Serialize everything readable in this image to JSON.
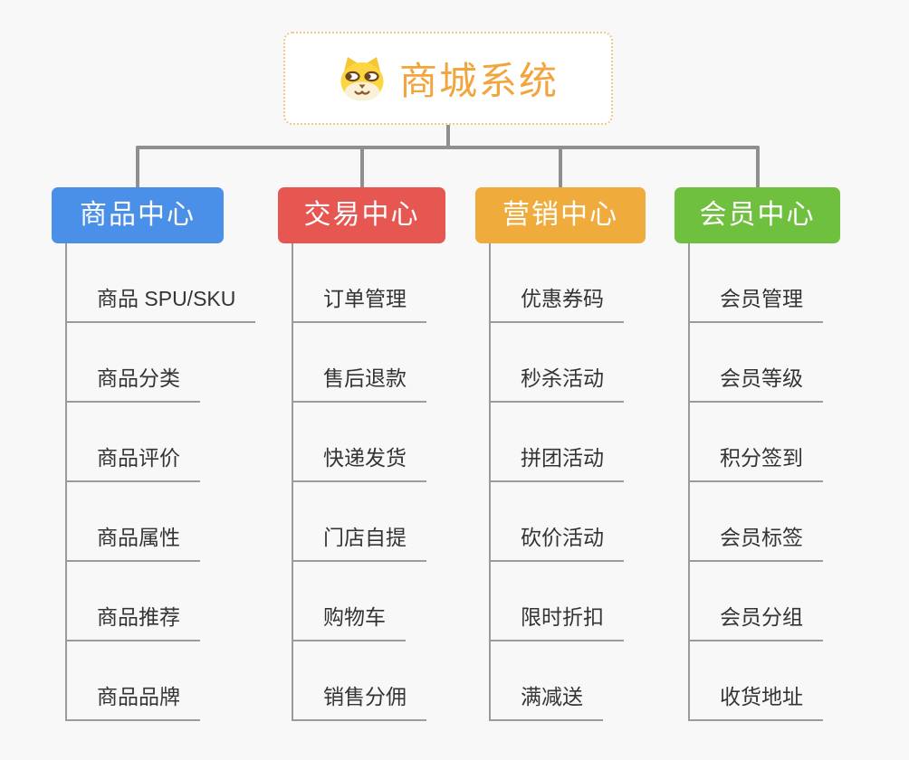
{
  "root": {
    "title": "商城系统",
    "icon": "dog-face-icon"
  },
  "branches": [
    {
      "id": "product-center",
      "label": "商品中心",
      "color": "#4A90E8",
      "children": [
        "商品 SPU/SKU",
        "商品分类",
        "商品评价",
        "商品属性",
        "商品推荐",
        "商品品牌"
      ]
    },
    {
      "id": "trade-center",
      "label": "交易中心",
      "color": "#E75752",
      "children": [
        "订单管理",
        "售后退款",
        "快递发货",
        "门店自提",
        "购物车",
        "销售分佣"
      ]
    },
    {
      "id": "marketing-center",
      "label": "营销中心",
      "color": "#EFAC3C",
      "children": [
        "优惠券码",
        "秒杀活动",
        "拼团活动",
        "砍价活动",
        "限时折扣",
        "满减送"
      ]
    },
    {
      "id": "member-center",
      "label": "会员中心",
      "color": "#70C040",
      "children": [
        "会员管理",
        "会员等级",
        "积分签到",
        "会员标签",
        "会员分组",
        "收货地址"
      ]
    }
  ],
  "colors": {
    "background": "#F8F8F8",
    "connector": "#8F8F8F",
    "child_line": "#9C9C9C",
    "child_text": "#343434",
    "root_accent": "#F2A43D",
    "root_border": "#F2C685",
    "icon_yellow": "#FCD53F",
    "icon_cream": "#FBF1DB",
    "icon_brown": "#6B4423"
  }
}
